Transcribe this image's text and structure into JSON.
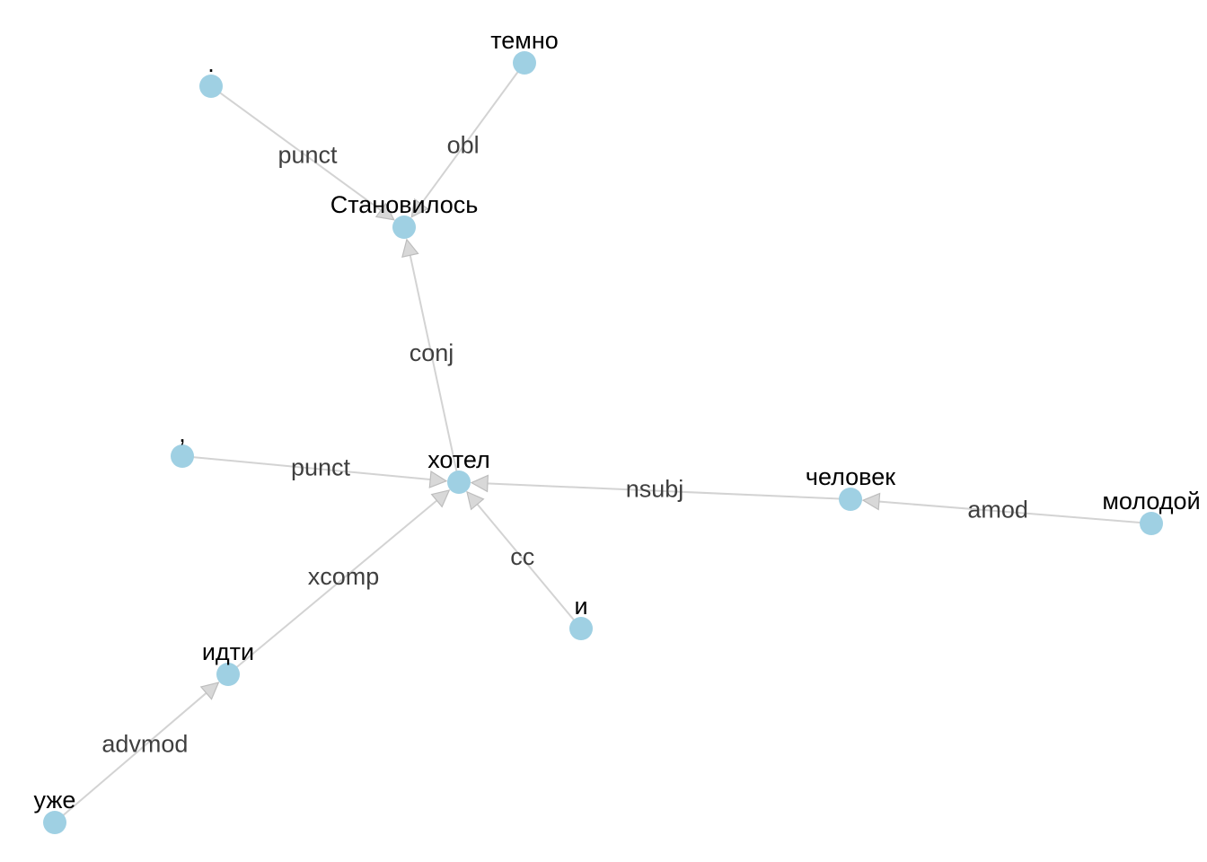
{
  "colors": {
    "node_fill": "#9fd0e3",
    "edge_stroke": "#d3d3d3",
    "edge_label": "#3f3f3f",
    "node_label": "#000000",
    "background": "#ffffff"
  },
  "graph": {
    "nodes": [
      {
        "id": "n_stanovilos",
        "label": "Становилось"
      },
      {
        "id": "n_temno",
        "label": "темно"
      },
      {
        "id": "n_period",
        "label": "."
      },
      {
        "id": "n_hotel",
        "label": "хотел"
      },
      {
        "id": "n_comma",
        "label": ","
      },
      {
        "id": "n_chelovek",
        "label": "человек"
      },
      {
        "id": "n_molodoy",
        "label": "молодой"
      },
      {
        "id": "n_i",
        "label": "и"
      },
      {
        "id": "n_idti",
        "label": "идти"
      },
      {
        "id": "n_uzhe",
        "label": "уже"
      }
    ],
    "edges": [
      {
        "id": "e_punct_period",
        "from": "n_period",
        "to": "n_stanovilos",
        "label": "punct"
      },
      {
        "id": "e_obl",
        "from": "n_temno",
        "to": "n_stanovilos",
        "label": "obl"
      },
      {
        "id": "e_conj",
        "from": "n_hotel",
        "to": "n_stanovilos",
        "label": "conj"
      },
      {
        "id": "e_punct_comma",
        "from": "n_comma",
        "to": "n_hotel",
        "label": "punct"
      },
      {
        "id": "e_nsubj",
        "from": "n_chelovek",
        "to": "n_hotel",
        "label": "nsubj"
      },
      {
        "id": "e_amod",
        "from": "n_molodoy",
        "to": "n_chelovek",
        "label": "amod"
      },
      {
        "id": "e_cc",
        "from": "n_i",
        "to": "n_hotel",
        "label": "cc"
      },
      {
        "id": "e_xcomp",
        "from": "n_idti",
        "to": "n_hotel",
        "label": "xcomp"
      },
      {
        "id": "e_advmod",
        "from": "n_uzhe",
        "to": "n_idti",
        "label": "advmod"
      }
    ]
  }
}
